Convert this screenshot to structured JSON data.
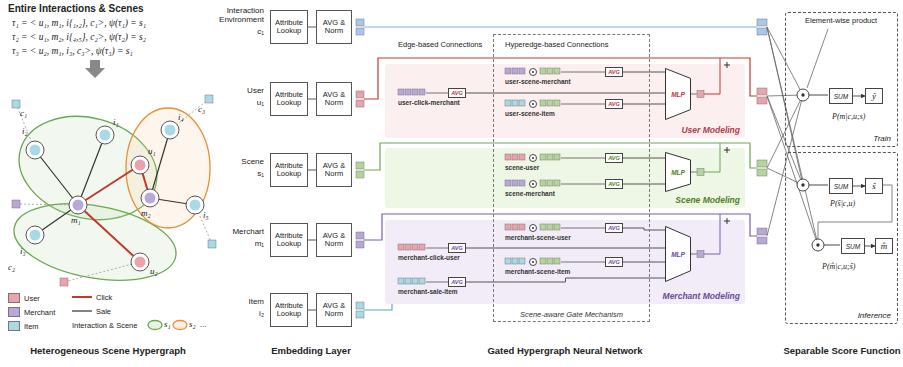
{
  "diagram": {
    "nodes": [
      {
        "text": [
          "Attribute Lookup"
        ]
      },
      {
        "text": [
          "AVG & Norm"
        ]
      },
      {
        "text": [
          "Attribute Lookup"
        ]
      },
      {
        "text": [
          "AVG & Norm"
        ]
      },
      {
        "text": [
          "Attribute Lookup"
        ]
      },
      {
        "text": [
          "AVG & Norm"
        ]
      },
      {
        "text": [
          "Attribute Lookup"
        ]
      },
      {
        "text": [
          "AVG & Norm"
        ]
      },
      {
        "text": [
          "Attribute Lookup"
        ]
      },
      {
        "text": [
          "AVG & Norm"
        ]
      },
      {
        "text": [
          "User Modeling"
        ]
      },
      {
        "text": [
          "AVG"
        ],
        "in": 10
      },
      {
        "text": [
          "AVG"
        ],
        "in": 10
      },
      {
        "text": [
          "AVG"
        ],
        "in": 10
      },
      {
        "text": [
          "MLP"
        ],
        "in": 10
      },
      {
        "text": [
          "Scene Modeling"
        ]
      },
      {
        "text": [
          "AVG"
        ],
        "in": 15
      },
      {
        "text": [
          "AVG"
        ],
        "in": 15
      },
      {
        "text": [
          "MLP"
        ],
        "in": 15
      },
      {
        "text": [
          "Merchant Modeling"
        ]
      },
      {
        "text": [
          "AVG"
        ],
        "in": 19
      },
      {
        "text": [
          "AVG"
        ],
        "in": 19
      },
      {
        "text": [
          "AVG"
        ],
        "in": 19
      },
      {
        "text": [
          "AVG"
        ],
        "in": 19
      },
      {
        "text": [
          "MLP"
        ],
        "in": 19
      },
      {
        "text": [
          "Scene-aware Gate Mechanism"
        ]
      },
      {
        "text": [
          "Train"
        ]
      },
      {
        "text": [
          "SUM"
        ],
        "in": 26
      },
      {
        "text": [
          "ŷ"
        ],
        "in": 26
      },
      {
        "text": [
          "Inference"
        ]
      },
      {
        "text": [
          "SUM"
        ],
        "in": 29
      },
      {
        "text": [
          "ŝ"
        ],
        "in": 29
      },
      {
        "text": [
          "SUM"
        ],
        "in": 29
      },
      {
        "text": [
          "m̂"
        ],
        "in": 29
      }
    ],
    "edges": [
      {
        "from": 0,
        "to": 1,
        "arrow": "none"
      },
      {
        "from": 2,
        "to": 3,
        "arrow": "none"
      },
      {
        "from": 4,
        "to": 5,
        "arrow": "none"
      },
      {
        "from": 6,
        "to": 7,
        "arrow": "none"
      },
      {
        "from": 8,
        "to": 9,
        "arrow": "none"
      },
      {
        "from": 11,
        "to": 14,
        "arrow": "none"
      },
      {
        "from": 12,
        "to": 14,
        "arrow": "none"
      },
      {
        "from": 13,
        "to": 14,
        "arrow": "none"
      },
      {
        "from": 16,
        "to": 18,
        "arrow": "none"
      },
      {
        "from": 17,
        "to": 18,
        "arrow": "none"
      },
      {
        "from": 20,
        "to": 24,
        "arrow": "none"
      },
      {
        "from": 21,
        "to": 24,
        "arrow": "none"
      },
      {
        "from": 22,
        "to": 24,
        "arrow": "none"
      },
      {
        "from": 23,
        "to": 24,
        "arrow": "none"
      },
      {
        "from": 27,
        "to": 28,
        "arrow": "to"
      },
      {
        "from": 30,
        "to": 31,
        "arrow": "to"
      },
      {
        "from": 32,
        "to": 33,
        "arrow": "to"
      }
    ],
    "labels": [
      "Entire Interactions & Scenes",
      "τ₁ = < u₁, m₁, i{₁,₂}, c₁>, ψ(τ₁) = s₁",
      "τ₂ = < u₁, m₂, i{₄,₅}, c₂>, ψ(τ₂) = s₂",
      "τ₃ = < u₂, m₁, i₃, c₃>, ψ(τ₃) = s₁",
      "c₁",
      "c₂",
      "c₃",
      "i₁",
      "i₂",
      "i₃",
      "i₄",
      "i₅",
      "u₁",
      "m₁",
      "u₂",
      "m₂",
      "s₁",
      "s₂",
      "...",
      "Heterogeneous Scene Hypergraph",
      "Interaction Environment",
      "c₁",
      "User",
      "u₁",
      "Scene",
      "s₁",
      "Merchart",
      "m₁",
      "Item",
      "i₂",
      "Embedding Layer",
      "Edge-based Connections",
      "Hyperedge-based Connections",
      "user-click-merchant",
      "user-scene-merchant",
      "user-scene-item",
      "scene-user",
      "scene-merchant",
      "merchant-click-user",
      "merchant-sale-item",
      "merchant-scene-user",
      "merchant-scene-item",
      "Gated Hypergraph Neural Network",
      "Element-wise product",
      "P(m|c,u;s)",
      "P(ŝ|c,u)",
      "P(m̂|c,u;ŝ)",
      "Separable Score Function"
    ],
    "legend": [
      {
        "text": "User",
        "color": "#eaa3ad"
      },
      {
        "text": "Merchant",
        "color": "#b9a7d8"
      },
      {
        "text": "Item",
        "color": "#a9d9e6"
      },
      {
        "text": "Click"
      },
      {
        "text": "Sale"
      },
      {
        "text": "Interaction & Scene"
      }
    ]
  }
}
